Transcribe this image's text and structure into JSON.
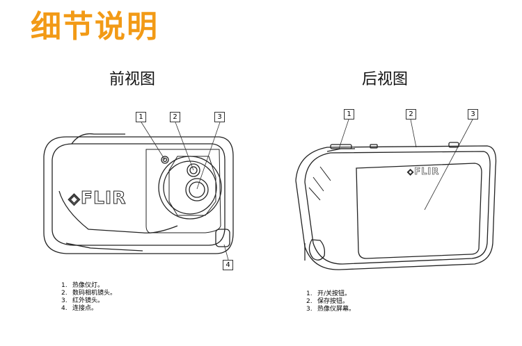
{
  "title": "细节说明",
  "front": {
    "heading": "前视图",
    "brand": "FLIR",
    "callouts": [
      "1",
      "2",
      "3",
      "4"
    ],
    "items": [
      {
        "num": "1.",
        "text": "热像仪灯。"
      },
      {
        "num": "2.",
        "text": "数码相机镜头。"
      },
      {
        "num": "3.",
        "text": "红外镜头。"
      },
      {
        "num": "4.",
        "text": "连接点。"
      }
    ]
  },
  "back": {
    "heading": "后视图",
    "brand": "FLIR",
    "callouts": [
      "1",
      "2",
      "3"
    ],
    "items": [
      {
        "num": "1.",
        "text": "开/关按钮。"
      },
      {
        "num": "2.",
        "text": "保存按钮。"
      },
      {
        "num": "3.",
        "text": "热像仪屏幕。"
      }
    ]
  },
  "colors": {
    "title": "#f29a16",
    "outline": "#222222"
  }
}
